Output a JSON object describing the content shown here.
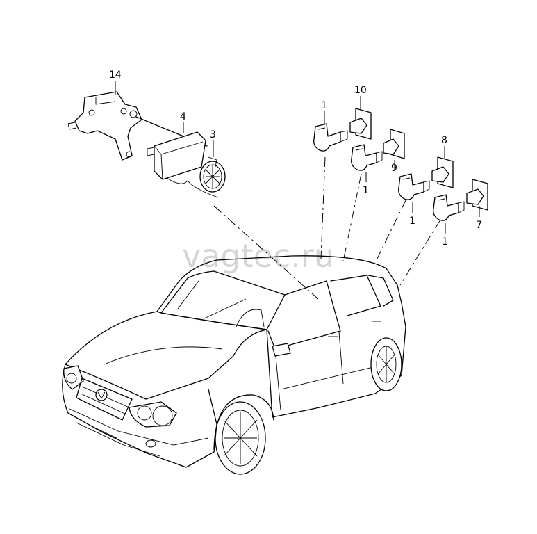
{
  "watermark": "vagtec.ru",
  "callouts": {
    "c14": "14",
    "c4": "4",
    "c3": "3",
    "c10": "10",
    "c1a": "1",
    "c1b": "1",
    "c9": "9",
    "c8": "8",
    "c1c": "1",
    "c7": "7",
    "c1d": "1"
  }
}
